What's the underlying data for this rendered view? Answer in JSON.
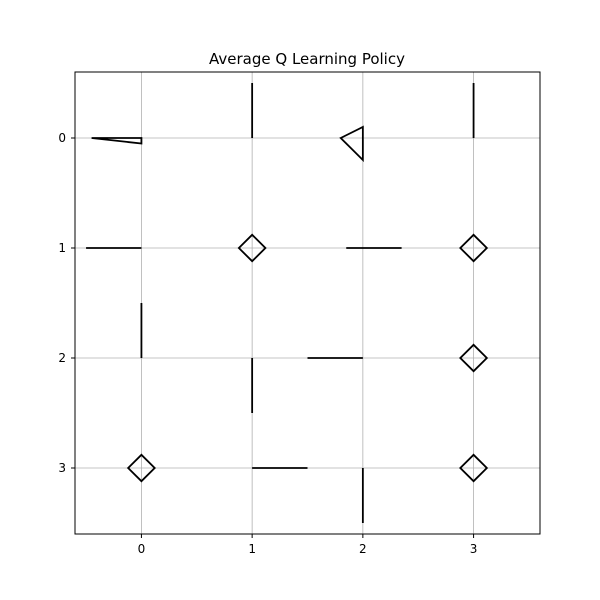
{
  "chart_data": {
    "type": "scatter",
    "title": "Average Q Learning Policy",
    "xlabel": "",
    "ylabel": "",
    "xlim": [
      -0.6,
      3.6
    ],
    "ylim": [
      3.6,
      -0.6
    ],
    "y_axis_inverted": true,
    "grid": true,
    "x_ticks": [
      "0",
      "1",
      "2",
      "3"
    ],
    "y_ticks": [
      "0",
      "1",
      "2",
      "3"
    ],
    "mark_color": "#000000",
    "grid_color": "#b0b0b0",
    "glyphs": [
      {
        "x": 0,
        "y": 0,
        "shape": "triangle",
        "pointing": "right",
        "tip": [
          0,
          0.05
        ],
        "base": [
          -0.45,
          0
        ]
      },
      {
        "x": 1,
        "y": 0,
        "shape": "line",
        "x2": 1,
        "y2": -0.5
      },
      {
        "x": 2,
        "y": 0,
        "shape": "triangle",
        "pointing": "left",
        "tip": [
          1.8,
          0
        ],
        "base_top": [
          2,
          -0.1
        ],
        "base_bottom": [
          2,
          0.2
        ]
      },
      {
        "x": 3,
        "y": 0,
        "shape": "line",
        "x2": 3,
        "y2": -0.5
      },
      {
        "x": 0,
        "y": 1,
        "shape": "line",
        "x2": -0.5,
        "y2": 1
      },
      {
        "x": 1,
        "y": 1,
        "shape": "diamond",
        "half_size": 0.12
      },
      {
        "x": 2,
        "y": 1,
        "shape": "line",
        "x1": 1.85,
        "x2": 2.35,
        "y2": 1
      },
      {
        "x": 3,
        "y": 1,
        "shape": "diamond",
        "half_size": 0.12
      },
      {
        "x": 0,
        "y": 2,
        "shape": "line",
        "x2": 0,
        "y2": 1.5
      },
      {
        "x": 1,
        "y": 2,
        "shape": "line",
        "x2": 1,
        "y2": 2.5
      },
      {
        "x": 2,
        "y": 2,
        "shape": "line",
        "x2": 1.5,
        "y2": 2
      },
      {
        "x": 3,
        "y": 2,
        "shape": "diamond",
        "half_size": 0.12
      },
      {
        "x": 0,
        "y": 3,
        "shape": "diamond",
        "half_size": 0.12
      },
      {
        "x": 1,
        "y": 3,
        "shape": "line",
        "x2": 1.5,
        "y2": 3
      },
      {
        "x": 2,
        "y": 3,
        "shape": "line",
        "x2": 2,
        "y2": 3.5
      },
      {
        "x": 3,
        "y": 3,
        "shape": "diamond",
        "half_size": 0.12
      }
    ]
  }
}
